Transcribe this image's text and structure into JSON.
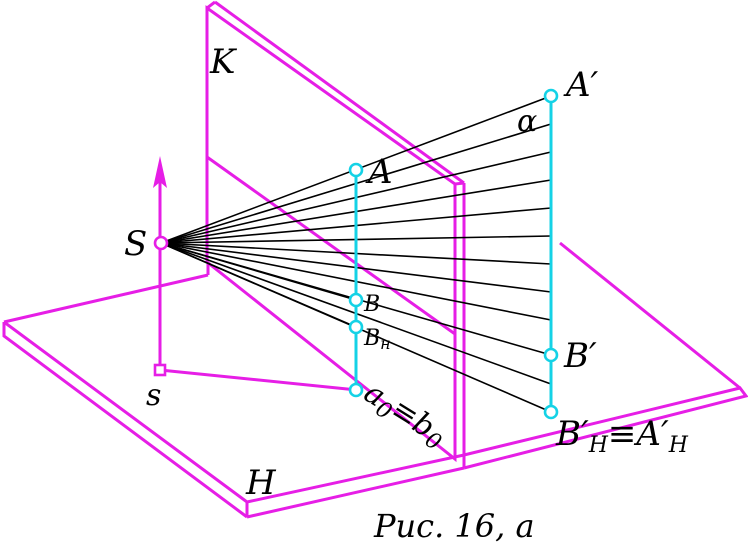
{
  "labels": {
    "K": "K",
    "H": "H",
    "S": "S",
    "s": "s",
    "A": "A",
    "B": "B",
    "BH_main": "B",
    "BH_sub": "н",
    "a0_main": "a",
    "a0_sub": "0",
    "b0_main": "b",
    "b0_sub": "0",
    "equiv": "≡",
    "A_prime": "A′",
    "B_prime": "B′",
    "alpha": "α",
    "BpH_main": "B′",
    "BpH_sub": "H",
    "ApH_main": "A′",
    "ApH_sub": "H"
  },
  "caption": "Рис. 16, а",
  "colors": {
    "planes": "#e61ee6",
    "lines": "#14d2e6",
    "rays": "#000000"
  }
}
